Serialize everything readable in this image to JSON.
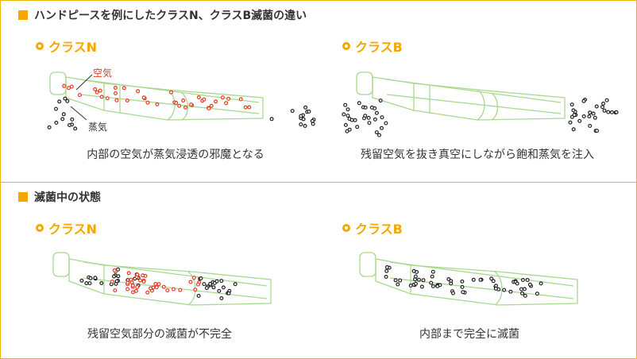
{
  "section1": {
    "title": "ハンドピースを例にしたクラスN、クラスB滅菌の違い",
    "left": {
      "heading": "クラスN",
      "caption": "内部の空気が蒸気浸透の邪魔となる",
      "air_label": "空気",
      "steam_label": "蒸気"
    },
    "right": {
      "heading": "クラスB",
      "caption": "残留空気を抜き真空にしながら飽和蒸気を注入"
    }
  },
  "section2": {
    "title": "滅菌中の状態",
    "left": {
      "heading": "クラスN",
      "caption": "残留空気部分の滅菌が不完全"
    },
    "right": {
      "heading": "クラスB",
      "caption": "内部まで完全に滅菌"
    }
  },
  "colors": {
    "accent": "#f5a700",
    "border": "#f0b400",
    "handpiece": "#a8d88f",
    "air": "#e63a1e",
    "steam": "#222222",
    "text": "#333333"
  }
}
